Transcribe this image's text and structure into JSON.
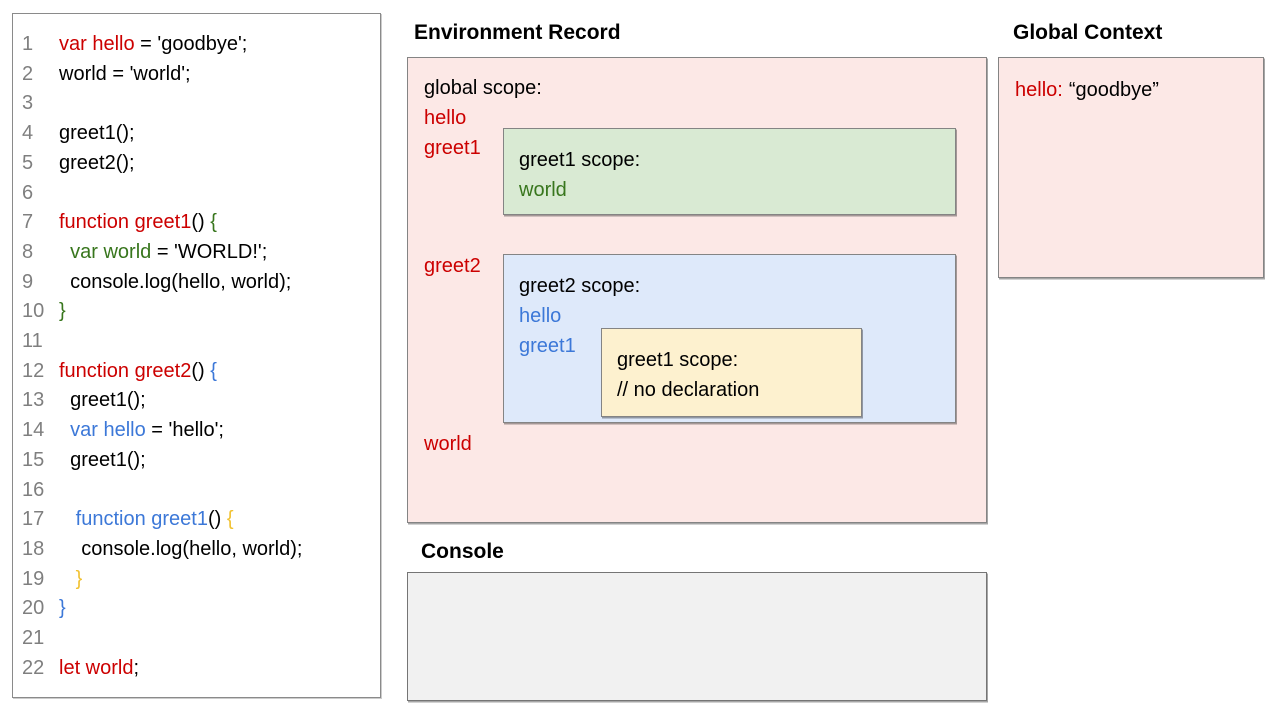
{
  "palette": {
    "k": "#000000",
    "r": "#cc0000",
    "g": "#38761d",
    "b": "#3c78d8",
    "y": "#f1c232",
    "line_number": "#7f7f7f",
    "pink_bg": "#fce8e6",
    "green_bg": "#d9ead3",
    "blue_bg": "#dee9fa",
    "yellow_bg": "#fdf1cf",
    "console_bg": "#f1f1f1"
  },
  "code": {
    "lines": [
      {
        "num": "1",
        "tokens": [
          {
            "t": "var hello",
            "c": "r"
          },
          {
            "t": " = 'goodbye';",
            "c": "k"
          }
        ]
      },
      {
        "num": "2",
        "tokens": [
          {
            "t": "world = 'world';",
            "c": "k"
          }
        ]
      },
      {
        "num": "3",
        "tokens": []
      },
      {
        "num": "4",
        "tokens": [
          {
            "t": "greet1();",
            "c": "k"
          }
        ]
      },
      {
        "num": "5",
        "tokens": [
          {
            "t": "greet2();",
            "c": "k"
          }
        ]
      },
      {
        "num": "6",
        "tokens": []
      },
      {
        "num": "7",
        "tokens": [
          {
            "t": "function greet1",
            "c": "r"
          },
          {
            "t": "() ",
            "c": "k"
          },
          {
            "t": "{",
            "c": "g"
          }
        ]
      },
      {
        "num": "8",
        "tokens": [
          {
            "t": "  ",
            "c": "k"
          },
          {
            "t": "var world",
            "c": "g"
          },
          {
            "t": " = 'WORLD!';",
            "c": "k"
          }
        ]
      },
      {
        "num": "9",
        "tokens": [
          {
            "t": "  console.log(hello, world);",
            "c": "k"
          }
        ]
      },
      {
        "num": "10",
        "tokens": [
          {
            "t": "}",
            "c": "g"
          }
        ]
      },
      {
        "num": "11",
        "tokens": []
      },
      {
        "num": "12",
        "tokens": [
          {
            "t": "function greet2",
            "c": "r"
          },
          {
            "t": "() ",
            "c": "k"
          },
          {
            "t": "{",
            "c": "b"
          }
        ]
      },
      {
        "num": "13",
        "tokens": [
          {
            "t": "  greet1();",
            "c": "k"
          }
        ]
      },
      {
        "num": "14",
        "tokens": [
          {
            "t": "  ",
            "c": "k"
          },
          {
            "t": "var hello",
            "c": "b"
          },
          {
            "t": " = 'hello';",
            "c": "k"
          }
        ]
      },
      {
        "num": "15",
        "tokens": [
          {
            "t": "  greet1();",
            "c": "k"
          }
        ]
      },
      {
        "num": "16",
        "tokens": []
      },
      {
        "num": "17",
        "tokens": [
          {
            "t": "   ",
            "c": "k"
          },
          {
            "t": "function greet1",
            "c": "b"
          },
          {
            "t": "() ",
            "c": "k"
          },
          {
            "t": "{",
            "c": "y"
          }
        ]
      },
      {
        "num": "18",
        "tokens": [
          {
            "t": "    console.log(hello, world);",
            "c": "k"
          }
        ]
      },
      {
        "num": "19",
        "tokens": [
          {
            "t": "   ",
            "c": "k"
          },
          {
            "t": "}",
            "c": "y"
          }
        ]
      },
      {
        "num": "20",
        "tokens": [
          {
            "t": "}",
            "c": "b"
          }
        ]
      },
      {
        "num": "21",
        "tokens": []
      },
      {
        "num": "22",
        "tokens": [
          {
            "t": "let world",
            "c": "r"
          },
          {
            "t": ";",
            "c": "k"
          }
        ]
      }
    ]
  },
  "environment_record": {
    "title": "Environment Record",
    "global_scope": {
      "label": "global scope:",
      "vars": [
        "hello",
        "greet1",
        "greet2",
        "world"
      ]
    },
    "greet1_scope": {
      "label": "greet1 scope:",
      "vars": [
        "world"
      ]
    },
    "greet2_scope": {
      "label": "greet2 scope:",
      "vars": [
        "hello",
        "greet1"
      ]
    },
    "nested_greet1_scope": {
      "label": "greet1 scope:",
      "comment": "// no declaration"
    }
  },
  "global_context": {
    "title": "Global Context",
    "entries": [
      {
        "key": "hello:",
        "value": "“goodbye”"
      }
    ]
  },
  "console": {
    "title": "Console",
    "lines": []
  }
}
